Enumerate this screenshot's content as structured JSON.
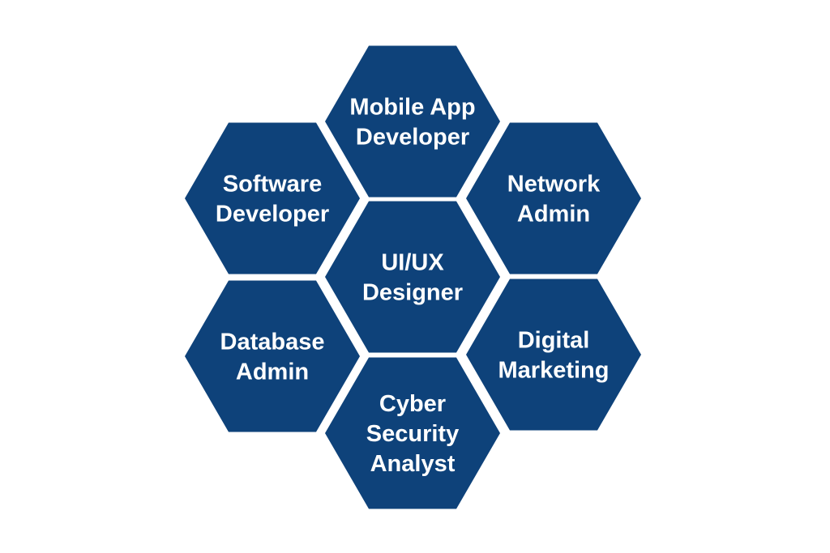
{
  "colors": {
    "hex_fill": "#0E427A",
    "label": "#FFFFFF",
    "background": "#FFFFFF"
  },
  "hexagons": [
    {
      "id": "mobile-app-developer",
      "lines": [
        "Mobile App",
        "Developer"
      ]
    },
    {
      "id": "software-developer",
      "lines": [
        "Software",
        "Developer"
      ]
    },
    {
      "id": "network-admin",
      "lines": [
        "Network",
        "Admin"
      ]
    },
    {
      "id": "ui-ux-designer",
      "lines": [
        "UI/UX",
        "Designer"
      ]
    },
    {
      "id": "database-admin",
      "lines": [
        "Database",
        "Admin"
      ]
    },
    {
      "id": "digital-marketing",
      "lines": [
        "Digital",
        "Marketing"
      ]
    },
    {
      "id": "cyber-security-analyst",
      "lines": [
        "Cyber",
        "Security",
        "Analyst"
      ]
    }
  ]
}
